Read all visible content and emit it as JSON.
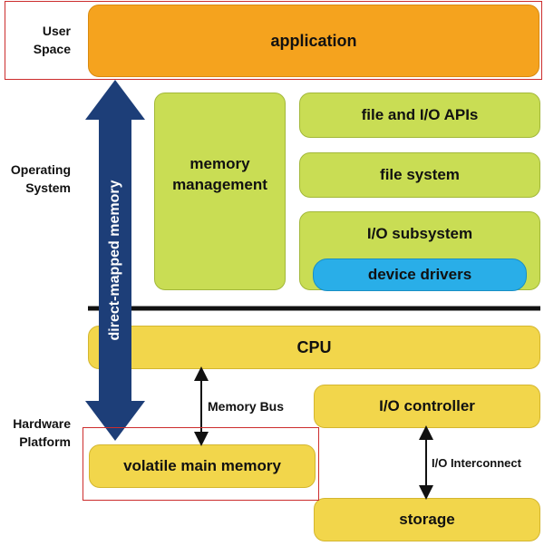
{
  "layers": {
    "user_space": "User\nSpace",
    "operating_system": "Operating\nSystem",
    "hardware_platform": "Hardware\nPlatform"
  },
  "components": {
    "application": "application",
    "memory_management": "memory\nmanagement",
    "file_io_apis": "file and I/O APIs",
    "file_system": "file system",
    "io_subsystem": "I/O subsystem",
    "device_drivers": "device drivers",
    "cpu": "CPU",
    "io_controller": "I/O controller",
    "volatile_main_memory": "volatile main memory",
    "storage": "storage"
  },
  "connectors": {
    "direct_mapped_memory": "direct-mapped memory",
    "memory_bus": "Memory Bus",
    "io_interconnect": "I/O Interconnect"
  },
  "colors": {
    "application": "#f5a31e",
    "os_component": "#c9dd54",
    "hardware_component": "#f2d64b",
    "device_drivers": "#29aee8",
    "big_arrow": "#1d3e78",
    "highlight_frame": "#cc2d2d"
  }
}
